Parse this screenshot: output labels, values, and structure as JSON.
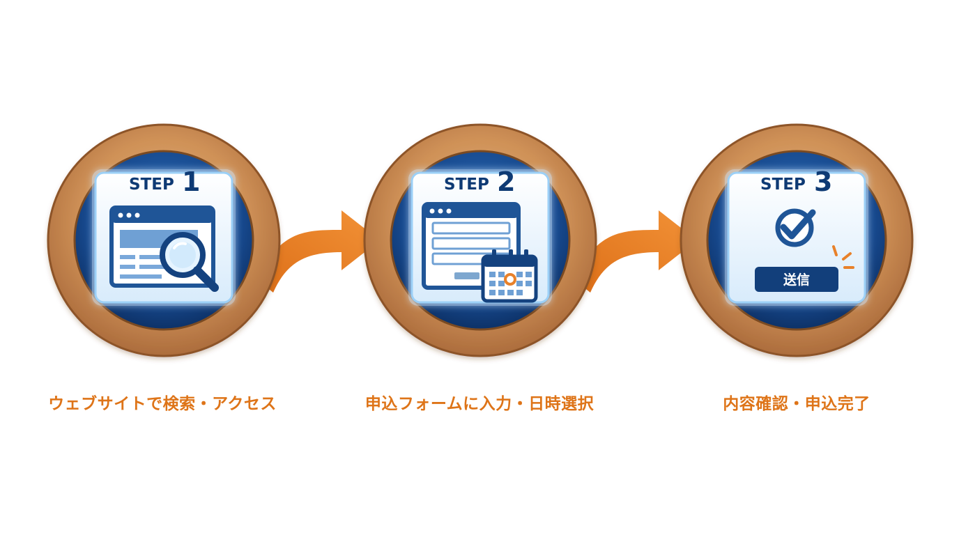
{
  "steps": [
    {
      "label": "STEP",
      "number": "1",
      "caption": "ウェブサイトで検索・アクセス",
      "icon": "browser-search-icon"
    },
    {
      "label": "STEP",
      "number": "2",
      "caption": "申込フォームに入力・日時選択",
      "icon": "form-calendar-icon"
    },
    {
      "label": "STEP",
      "number": "3",
      "caption": "内容確認・申込完了",
      "icon": "check-submit-icon",
      "button_label": "送信"
    }
  ],
  "colors": {
    "accent_orange": "#e8812a",
    "caption_orange": "#de7418",
    "navy": "#0e3a74",
    "wood": "#c98a4e"
  }
}
